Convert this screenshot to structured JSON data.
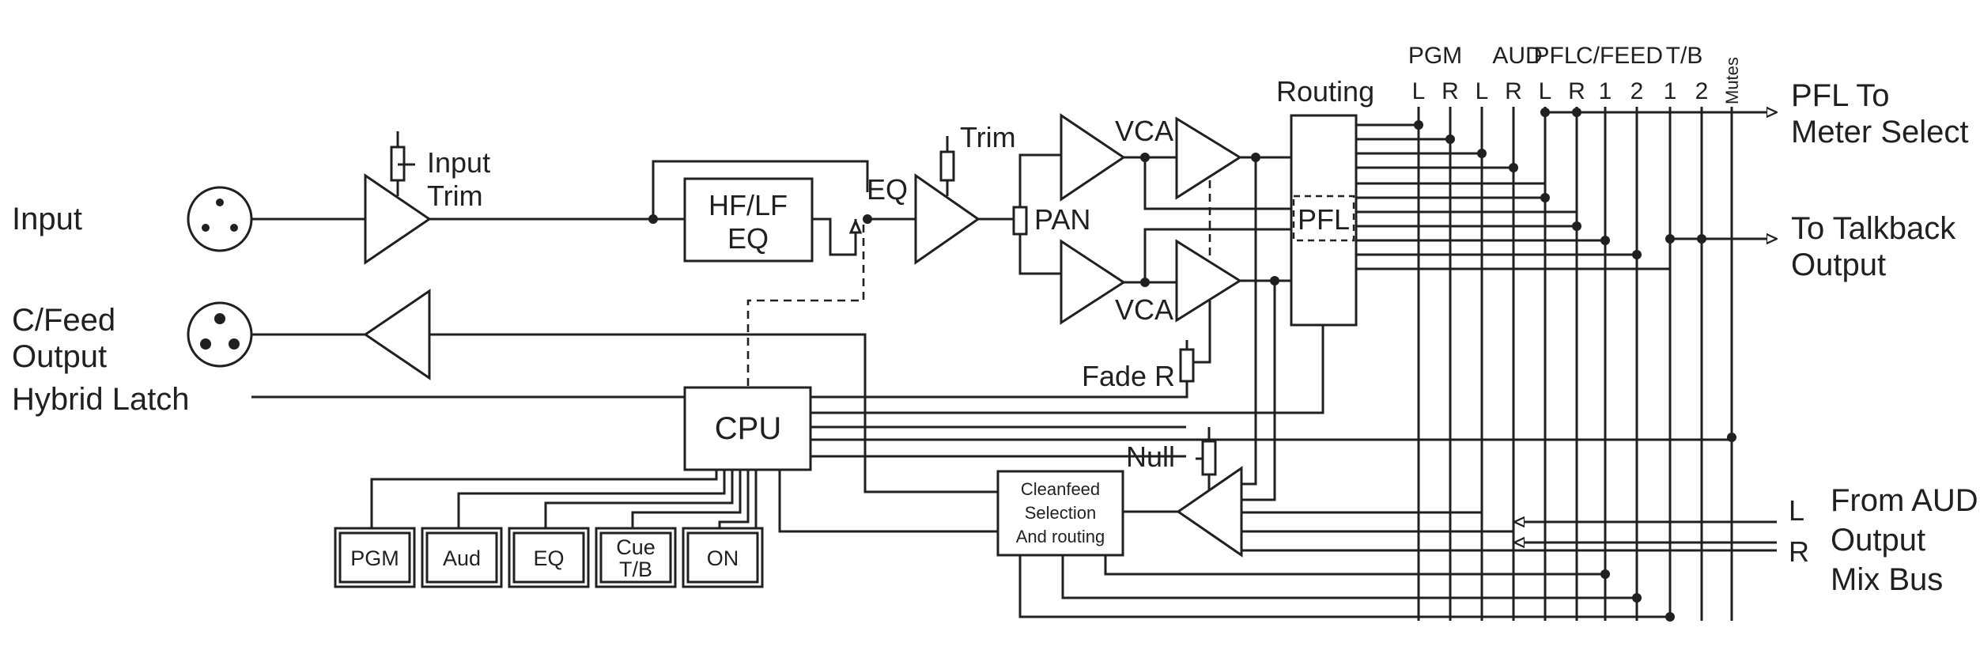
{
  "labels": {
    "input": "Input",
    "cfeed_output_1": "C/Feed",
    "cfeed_output_2": "Output",
    "hybrid_latch": "Hybrid Latch",
    "input_trim_1": "Input",
    "input_trim_2": "Trim",
    "hflf_eq_1": "HF/LF",
    "hflf_eq_2": "EQ",
    "eq": "EQ",
    "trim": "Trim",
    "pan": "PAN",
    "vca_top": "VCA",
    "vca_bottom": "VCA",
    "routing": "Routing",
    "pfl_block": "PFL",
    "fade_r": "Fade R",
    "cpu": "CPU",
    "null": "Null",
    "cleanfeed_1": "Cleanfeed",
    "cleanfeed_2": "Selection",
    "cleanfeed_3": "And routing",
    "pfl_to_1": "PFL To",
    "pfl_to_2": "Meter Select",
    "talkback_1": "To Talkback",
    "talkback_2": "Output",
    "from_aud_1": "From AUD",
    "from_aud_2": "Output",
    "from_aud_3": "Mix Bus",
    "aud_in_l": "L",
    "aud_in_r": "R"
  },
  "buttons": [
    {
      "id": "pgm",
      "label": "PGM"
    },
    {
      "id": "aud",
      "label": "Aud"
    },
    {
      "id": "eq",
      "label": "EQ"
    },
    {
      "id": "cue",
      "label": "Cue",
      "label2": "T/B"
    },
    {
      "id": "on",
      "label": "ON"
    }
  ],
  "bus_groups": [
    "PGM",
    "AUD",
    "PFL",
    "C/FEED",
    "T/B"
  ],
  "bus_lines": [
    "L",
    "R",
    "L",
    "R",
    "L",
    "R",
    "1",
    "2",
    "1",
    "2",
    "Mutes"
  ]
}
